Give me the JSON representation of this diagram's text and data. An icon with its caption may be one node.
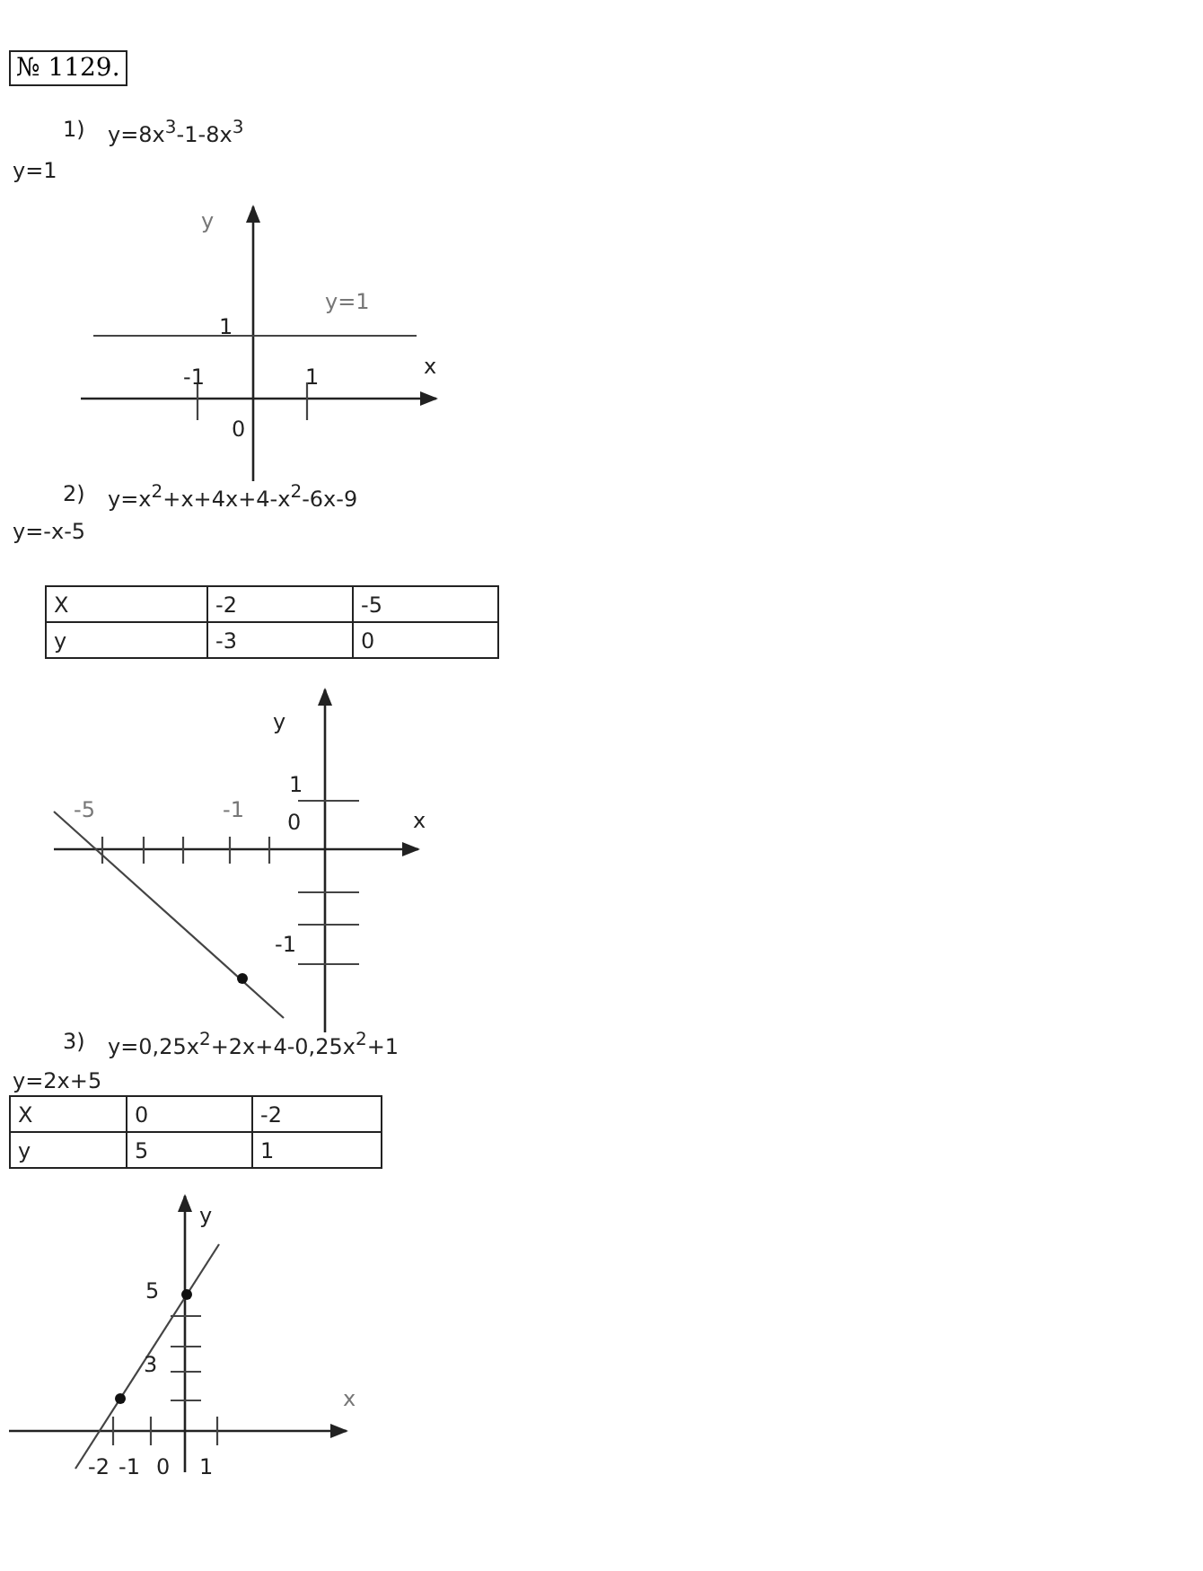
{
  "diagram": {
    "title": "№ 1129.",
    "labels": [
      "1)",
      "y=8x$^{3}$-1-8x$^{3}$",
      "y=1",
      "y",
      "y=1",
      "1",
      "x",
      "-1",
      "1",
      "0",
      "2)",
      "y=x$^{2}$+x+4x+4-x$^{2}$-6x-9",
      "y=-x-5",
      "X",
      "-2",
      "-5",
      "y",
      "-3",
      "0",
      "y",
      "1",
      "-5",
      "-1",
      "0",
      "x",
      "-1",
      "3)",
      "y=0,25x$^{2}$+2x+4-0,25x$^{2}$+1",
      "y=2x+5",
      "X",
      "0",
      "-2",
      "y",
      "5",
      "1",
      "y",
      "5",
      "3",
      "x",
      "-2",
      "-1",
      "0",
      "1"
    ]
  }
}
